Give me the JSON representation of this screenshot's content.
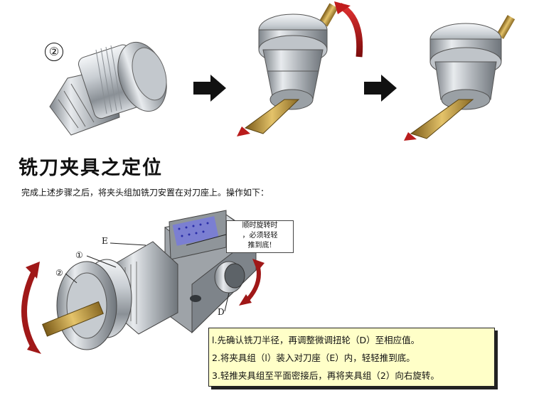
{
  "top_illustration": {
    "step_label": "②",
    "arrow_count": 2
  },
  "heading": "铣刀夹具之定位",
  "subtitle": "完成上述步骤之后，将夹头组加铣刀安置在对刀座上。操作如下：",
  "diagram": {
    "label_E": "E",
    "label_1": "①",
    "label_2": "②",
    "label_D": "D",
    "callout_lines": [
      "顺时旋转时",
      "，必须轻轻",
      "推到底!"
    ]
  },
  "notes": [
    "l.先确认铣刀半径，再调整微调扭轮（D）至相应值。",
    "2.将夹具组（l）装入对刀座（E）内，轻轻推到底。",
    "3.轻推夹具组至平面密接后，再将夹具组（2）向右旋转。"
  ],
  "colors": {
    "notes_background": "#ffffc8",
    "rotation_arrow": "#a01818",
    "metal": "#b8bec4"
  }
}
